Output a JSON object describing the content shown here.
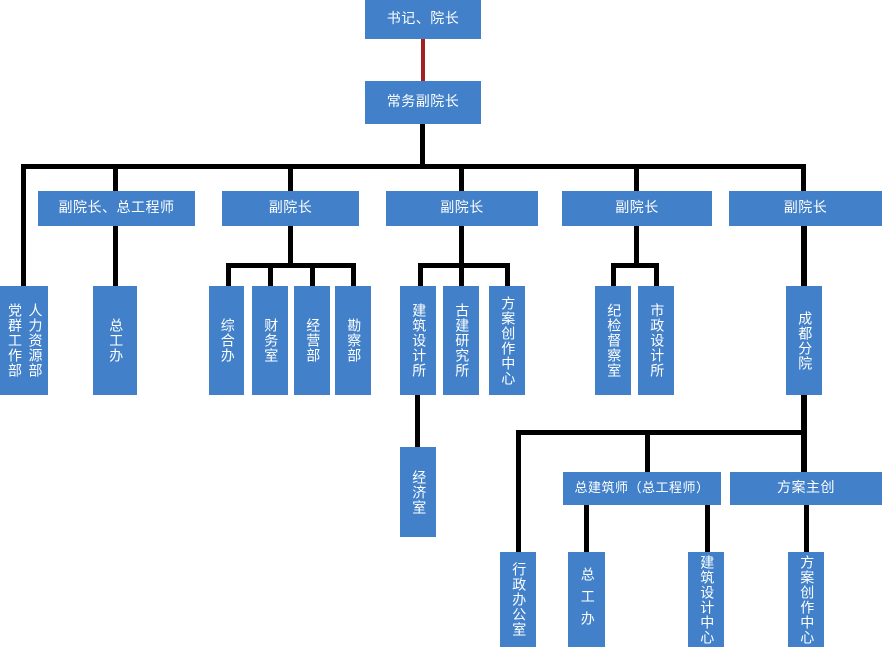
{
  "diagram": {
    "title_node": "书记、院长",
    "colors": {
      "node_fill": "#4281C9",
      "node_text": "#FFFFFF",
      "connector": "#000000",
      "top_connector": "#A32020",
      "background": "#FFFFFF"
    },
    "nodes": {
      "secretary_dean": "书记、院长",
      "executive_vice_dean": "常务副院长",
      "vice_dean_chief_engineer": "副院长、总工程师",
      "vice_dean_2": "副院长",
      "vice_dean_3": "副院长",
      "vice_dean_4": "副院长",
      "vice_dean_5": "副院长",
      "hr_dept": "人力资源部",
      "party_mass_dept": "党群工作部",
      "chief_engineer_office": "总工办",
      "general_office": "综合办",
      "finance_office": "财务室",
      "operation_dept": "经营部",
      "survey_dept": "勘察部",
      "architecture_design_institute": "建筑设计所",
      "ancient_architecture_institute": "古建研究所",
      "scheme_creation_center": "方案创作中心",
      "discipline_inspection_office": "纪检督察室",
      "municipal_design_institute": "市政设计所",
      "chengdu_branch": "成都分院",
      "economics_office": "经济室",
      "chief_architect": "总建筑师（总工程师）",
      "scheme_lead": "方案主创",
      "admin_office": "行政办公室",
      "cd_chief_engineer_office_1": "总",
      "cd_chief_engineer_office_2": "工",
      "cd_chief_engineer_office_3": "办",
      "cd_architecture_design_center": "建筑设计中心",
      "cd_scheme_creation_center": "方案创作中心"
    }
  }
}
